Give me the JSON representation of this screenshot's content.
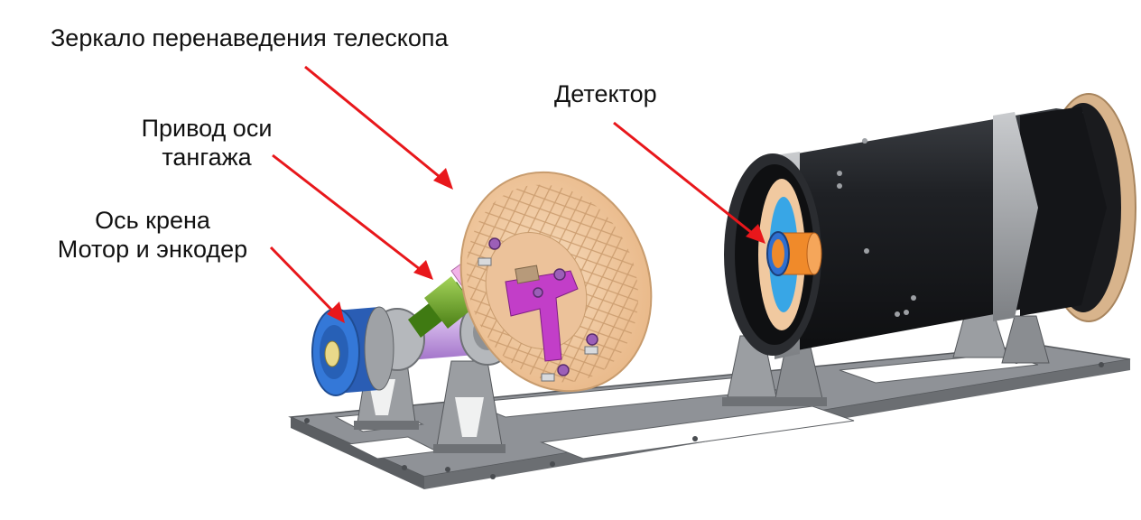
{
  "labels": {
    "mirror": "Зеркало перенаведения телескопа",
    "detector": "Детектор",
    "pitch": [
      "Привод оси",
      "тангажа"
    ],
    "roll": [
      "Ось крена",
      "Мотор и энкодер"
    ]
  },
  "colors": {
    "arrow": "#e8171b",
    "frame": "#8d9094",
    "mirror": "#f1c9a0",
    "telescope": "#1d1f22",
    "motor_blue": "#2f6fd0",
    "shaft_violet": "#c49be3",
    "actuator_green": "#6fa52b",
    "mount_magenta": "#c23ec8",
    "detector_orange": "#f08a2a",
    "detector_blue": "#38a6e6"
  }
}
